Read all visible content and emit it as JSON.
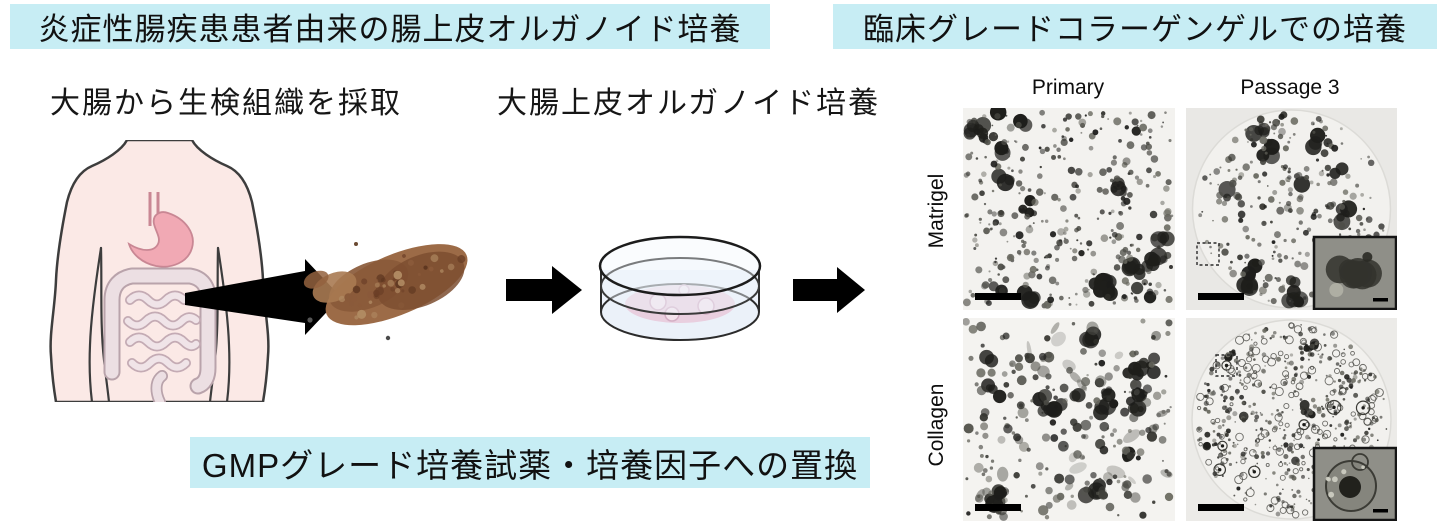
{
  "banners": {
    "left": "炎症性腸疾患患者由来の腸上皮オルガノイド培養",
    "right": "臨床グレードコラーゲンゲルでの培養",
    "bottom": "GMPグレード培養試薬・培養因子への置換"
  },
  "workflow": {
    "step1_label": "大腸から生検組織を採取",
    "step2_label": "大腸上皮オルガノイド培養",
    "icons": [
      "human-torso-intestine-illustration",
      "arrow-right-icon",
      "biopsy-tissue-image",
      "arrow-right-icon",
      "petri-dish-icon",
      "arrow-right-icon"
    ]
  },
  "micrographs": {
    "col_headers": [
      "Primary",
      "Passage 3"
    ],
    "row_headers": [
      "Matrigel",
      "Collagen"
    ],
    "panels": [
      {
        "name": "matrigel-primary",
        "row": "Matrigel",
        "col": "Primary",
        "seed": 7,
        "bg": "#f3f2ef",
        "well": false,
        "style": "blob",
        "dots": 320,
        "clusters": 18,
        "inset": null,
        "dashed_box": null
      },
      {
        "name": "matrigel-passage3",
        "row": "Matrigel",
        "col": "Passage 3",
        "seed": 13,
        "bg": "#e9e8e5",
        "well": true,
        "style": "blob",
        "dots": 240,
        "clusters": 13,
        "inset": "dense",
        "dashed_box": [
          11,
          135,
          22
        ]
      },
      {
        "name": "collagen-primary",
        "row": "Collagen",
        "col": "Primary",
        "seed": 21,
        "bg": "#f4f3f0",
        "well": false,
        "style": "soft",
        "dots": 210,
        "clusters": 16,
        "inset": null,
        "dashed_box": null
      },
      {
        "name": "collagen-passage3",
        "row": "Collagen",
        "col": "Passage 3",
        "seed": 29,
        "bg": "#ecebe8",
        "well": true,
        "style": "ring",
        "dots": 560,
        "clusters": 8,
        "inset": "cystic",
        "dashed_box": [
          30,
          37,
          21
        ]
      }
    ]
  },
  "colors": {
    "highlight": "#c7edf4",
    "arrow": "#000000",
    "text": "#111111",
    "skin": "#fbe9e6",
    "stomach_pink": "#f1a9b4",
    "intestine_light": "#e8d9dd",
    "biopsy_brown": "#8a5a3a"
  }
}
